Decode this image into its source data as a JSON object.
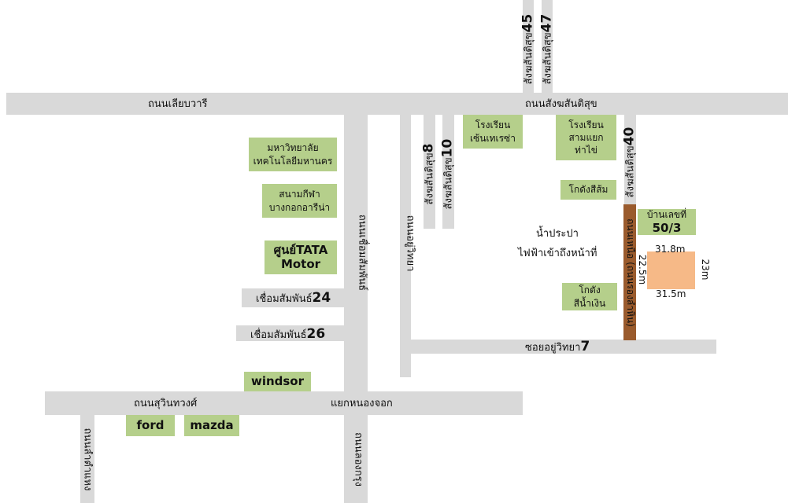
{
  "roads": {
    "north_west": "ถนนเลียบวารี",
    "north_east": "ถนนสังฆสันติสุข",
    "sukhumvit_main": "ถนนสุวินทวงศ์",
    "intersection": "แยกหนองจอก",
    "chuam_sampan": "ถนนเชื่อมสัมพันธ์",
    "u_withaya": "ถนนอยู่วิทยา",
    "soi_u_withaya_7": "ซอยอยู่วิทยา",
    "soi_u_withaya_7_num": "7",
    "chuam_24": "เชื่อมสัมพันธ์",
    "chuam_24_num": "24",
    "chuam_26": "เชื่อมสัมพันธ์",
    "chuam_26_num": "26",
    "sangkhom_45": "สังฆสันติสุข",
    "sangkhom_45_num": "45",
    "sangkhom_47": "สังฆสันติสุข",
    "sangkhom_47_num": "47",
    "sangkhom_8": "สังฆสันติสุข",
    "sangkhom_8_num": "8",
    "sangkhom_10": "สังฆสันติสุข",
    "sangkhom_10_num": "10",
    "sangkhom_40": "สังฆสันติสุข",
    "sangkhom_40_num": "40",
    "lat_krabang": "ถนนลำตำแหง",
    "nong_chok": "ถนนลองกรุง",
    "brown_road": "ถนนเหนือ (ถนนรองลำหิน)"
  },
  "places": {
    "university_line1": "มหาวิทยาลัย",
    "university_line2": "เทคโนโลยีมหานคร",
    "stadium_line1": "สนามกีฬา",
    "stadium_line2": "บางกอกอารีน่า",
    "tata_line1": "ศูนย์TATA",
    "tata_line2": "Motor",
    "school1_line1": "โรงเรียน",
    "school1_line2": "เซ้นเทเรซ่า",
    "school2_line1": "โรงเรียน",
    "school2_line2": "สามแยก",
    "school2_line3": "ท่าไข่",
    "warehouse_orange": "โกดังสีส้ม",
    "warehouse_blue_line1": "โกดัง",
    "warehouse_blue_line2": "สีน้ำเงิน",
    "house_line1": "บ้านเลขที่",
    "house_line2": "50/3",
    "windsor": "windsor",
    "ford": "ford",
    "mazda": "mazda"
  },
  "notes": {
    "utilities_line1": "น้ำประปา",
    "utilities_line2": "ไฟฟ้าเข้าถึงหน้าที่"
  },
  "lot": {
    "top": "31.8m",
    "bottom": "31.5m",
    "left": "22.5m",
    "right": "23m"
  },
  "colors": {
    "road": "#d9d9d9",
    "place": "#b5cf8b",
    "lot": "#f6b987",
    "brown_road": "#9a5b2d"
  }
}
